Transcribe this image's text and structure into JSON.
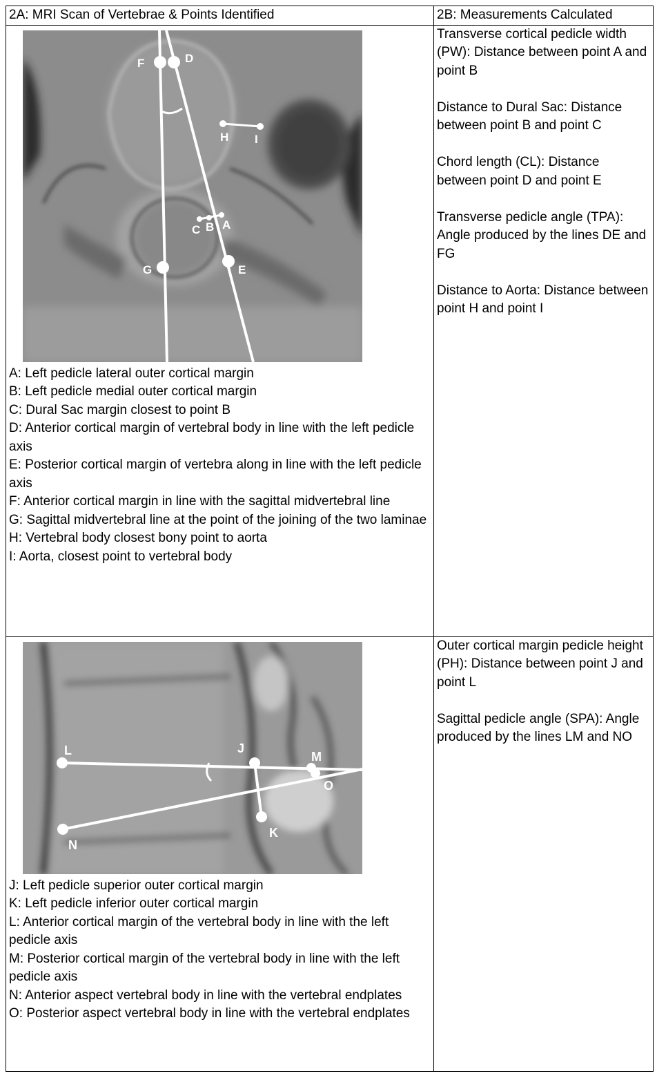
{
  "header": {
    "left": "2A: MRI Scan of Vertebrae & Points Identified",
    "right": "2B: Measurements Calculated"
  },
  "axial": {
    "points": {
      "A": "A",
      "B": "B",
      "C": "C",
      "D": "D",
      "E": "E",
      "F": "F",
      "G": "G",
      "H": "H",
      "I": "I"
    },
    "legend": [
      "A: Left pedicle lateral outer cortical margin",
      "B: Left pedicle medial outer cortical margin",
      "C: Dural Sac margin closest to point B",
      "D: Anterior cortical margin of vertebral body in line with the left pedicle axis",
      "E: Posterior cortical margin of vertebra along in line with the left pedicle axis",
      "F: Anterior cortical margin in line with the sagittal midvertebral line",
      "G: Sagittal midvertebral line at the point of the joining of the two laminae",
      "H: Vertebral body closest bony point to aorta",
      "I: Aorta, closest point to vertebral body"
    ],
    "measurements": [
      "Transverse cortical pedicle width (PW): Distance between point A and point B",
      "Distance to Dural Sac: Distance between point B and point C",
      "Chord length (CL): Distance between point D and point E",
      "Transverse pedicle angle (TPA): Angle produced by the lines DE and FG",
      "Distance to Aorta: Distance between point H and point I"
    ]
  },
  "sagittal": {
    "points": {
      "J": "J",
      "K": "K",
      "L": "L",
      "M": "M",
      "N": "N",
      "O": "O"
    },
    "legend": [
      "J: Left pedicle superior outer cortical margin",
      "K: Left pedicle inferior outer cortical margin",
      "L: Anterior cortical margin of the vertebral body in line with the left pedicle axis",
      "M: Posterior cortical margin of the vertebral body in line with the left pedicle axis",
      "N: Anterior aspect vertebral body in line with the vertebral endplates",
      "O: Posterior aspect vertebral body in line with the vertebral endplates"
    ],
    "measurements": [
      "Outer cortical margin pedicle height (PH): Distance between point J and point L",
      "Sagittal pedicle angle (SPA): Angle produced by the lines LM and NO"
    ]
  }
}
